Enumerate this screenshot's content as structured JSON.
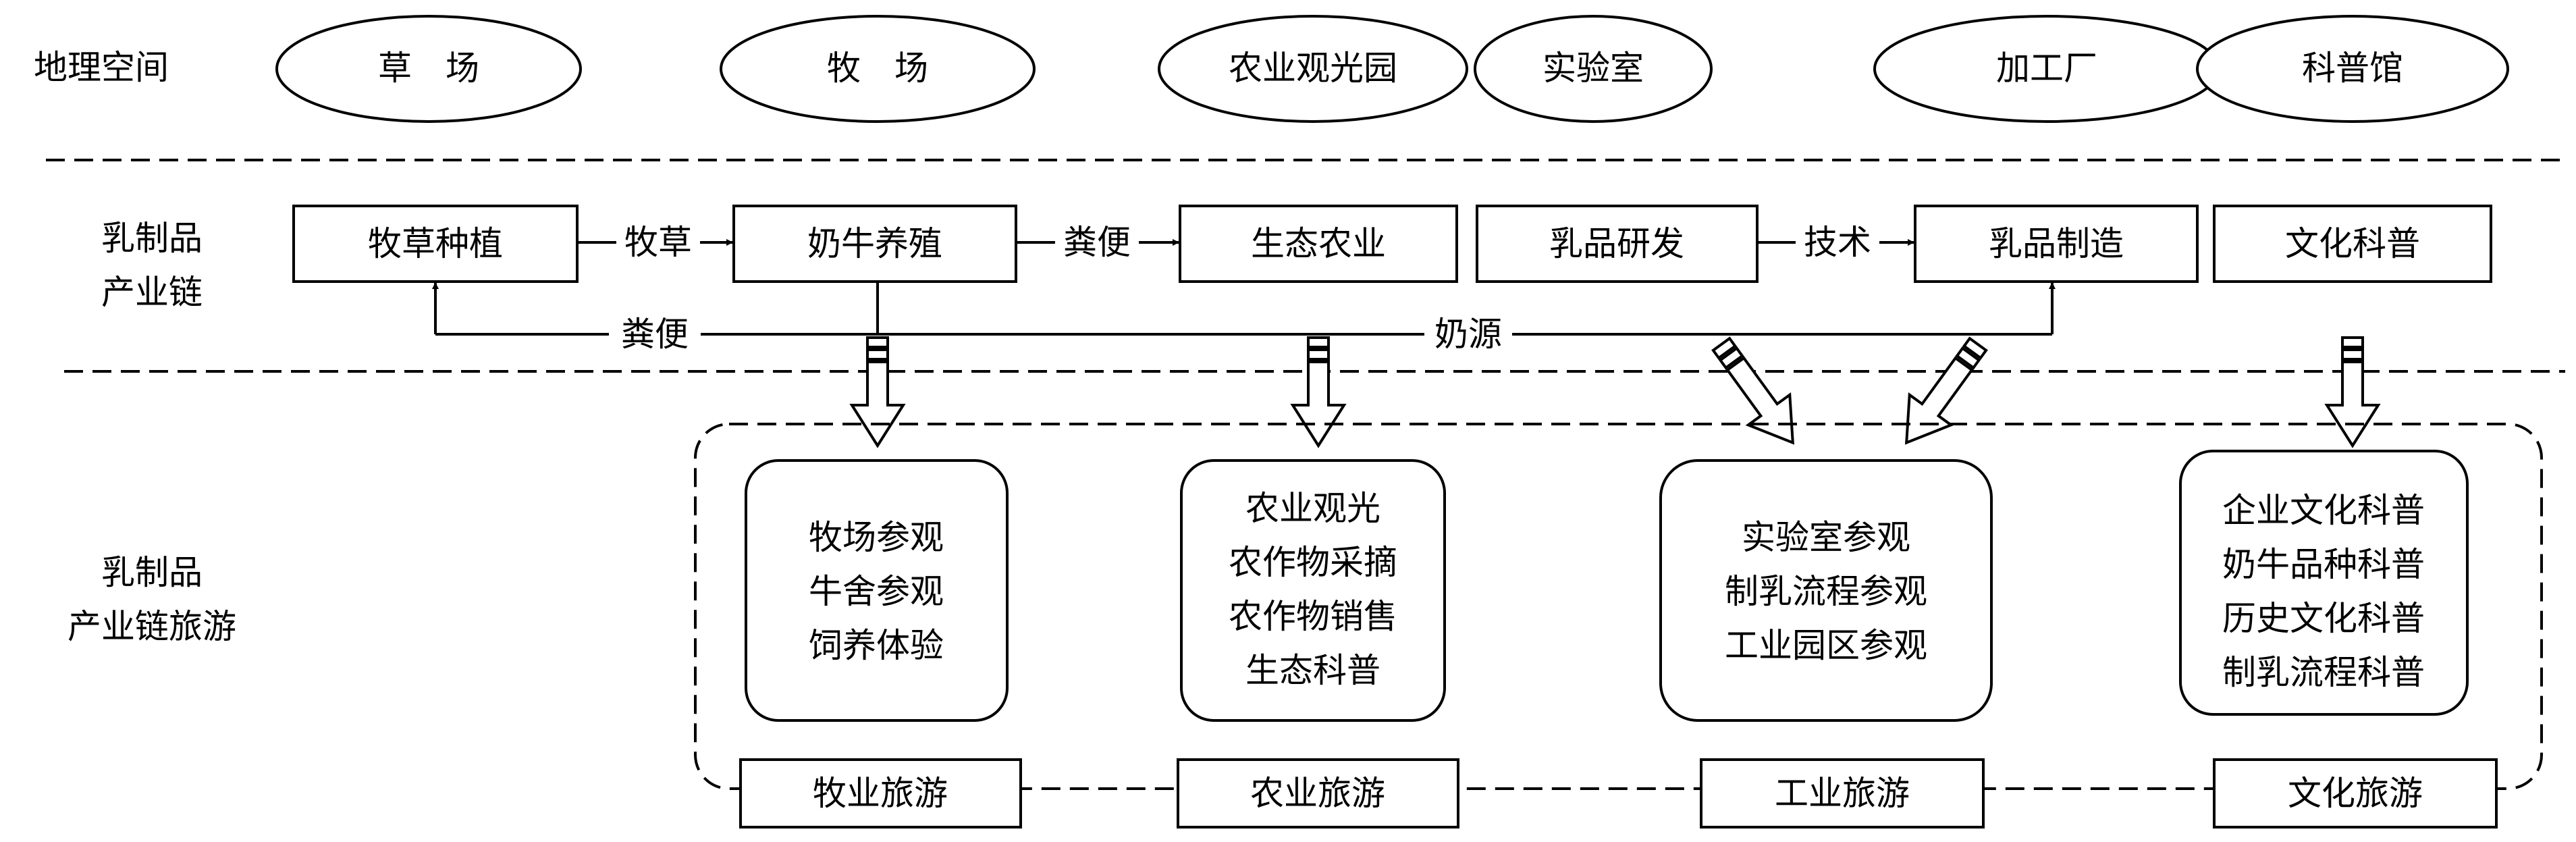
{
  "rows": {
    "geo": "地理空间",
    "chain": [
      "乳制品",
      "产业链"
    ],
    "tour": [
      "乳制品",
      "产业链旅游"
    ]
  },
  "spaces": [
    "草　场",
    "牧　场",
    "农业观光园",
    "实验室",
    "加工厂",
    "科普馆"
  ],
  "chain_nodes": [
    "牧草种植",
    "奶牛养殖",
    "生态农业",
    "乳品研发",
    "乳品制造",
    "文化科普"
  ],
  "flows": {
    "f1": "牧草",
    "f2": "粪便",
    "f3": "技术",
    "f4": "粪便",
    "f5": "奶源"
  },
  "activities": [
    [
      "牧场参观",
      "牛舍参观",
      "饲养体验"
    ],
    [
      "农业观光",
      "农作物采摘",
      "农作物销售",
      "生态科普"
    ],
    [
      "实验室参观",
      "制乳流程参观",
      "工业园区参观"
    ],
    [
      "企业文化科普",
      "奶牛品种科普",
      "历史文化科普",
      "制乳流程科普"
    ]
  ],
  "tour_types": [
    "牧业旅游",
    "农业旅游",
    "工业旅游",
    "文化旅游"
  ]
}
